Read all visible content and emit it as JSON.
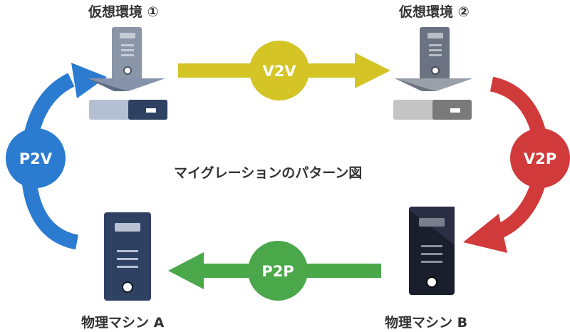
{
  "title": "マイグレーションのパターン図",
  "nodes": {
    "virtual1": {
      "label": "仮想環境 ①"
    },
    "virtual2": {
      "label": "仮想環境 ②"
    },
    "physicalA": {
      "label": "物理マシン A"
    },
    "physicalB": {
      "label": "物理マシン B"
    }
  },
  "flows": {
    "v2v": {
      "label": "V2V"
    },
    "v2p": {
      "label": "V2P"
    },
    "p2p": {
      "label": "P2P"
    },
    "p2v": {
      "label": "P2V"
    }
  },
  "colors": {
    "v2v": "#d4c425",
    "v2p": "#d03a3a",
    "p2p": "#4aa84a",
    "p2v": "#2b7bd0"
  }
}
